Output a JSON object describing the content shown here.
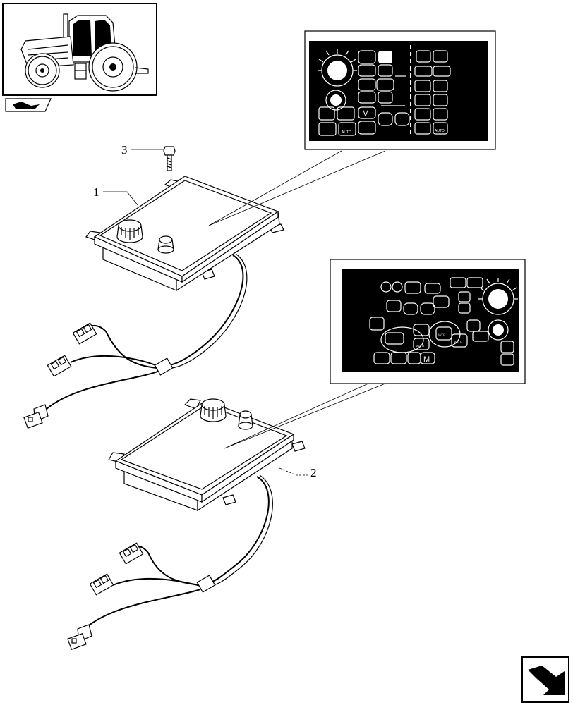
{
  "callouts": {
    "part_1": "1",
    "part_2": "2",
    "part_3": "3"
  },
  "panel_lower": {
    "button_m": "M",
    "auto_1": "AUTO",
    "auto_2": "AUTO",
    "auto_3": "AUTO"
  },
  "panel_upper": {
    "button_m": "M",
    "auto_1": "AUTO",
    "auto_2": "AUTO"
  },
  "icons": {
    "tractor_thumbnail": "tractor-icon",
    "nav_prev": "arrow-prev-icon",
    "nav_next": "arrow-next-icon"
  }
}
